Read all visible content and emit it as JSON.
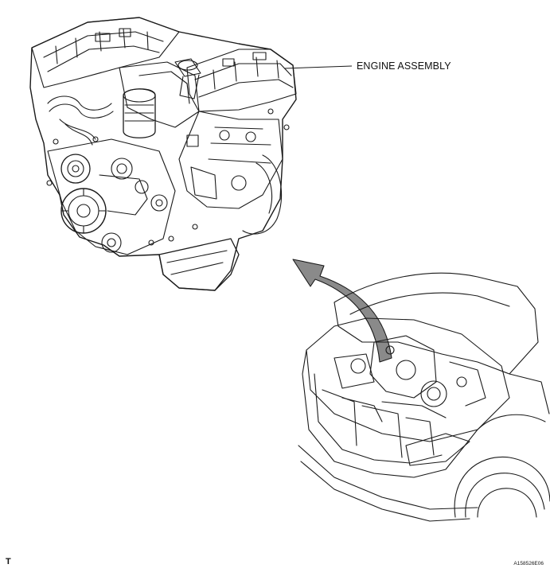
{
  "callout": {
    "label": "ENGINE ASSEMBLY"
  },
  "footer": {
    "corner_letter": "T",
    "figure_code": "A158526E06"
  },
  "colors": {
    "line": "#1a1a1a",
    "arrow_fill": "#8a8a8a",
    "background": "#ffffff"
  }
}
